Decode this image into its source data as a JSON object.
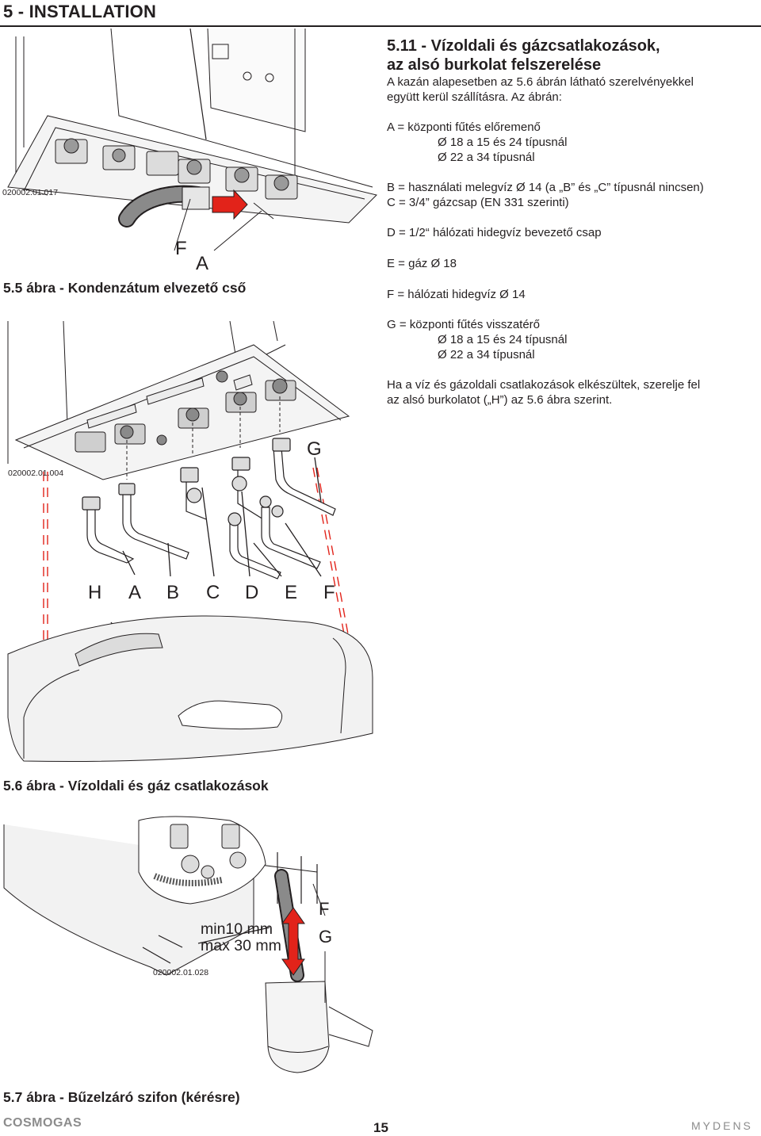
{
  "header": {
    "section": "5 - INSTALLATION"
  },
  "section": {
    "title_line1": "5.11 - Vízoldali és gázcsatlakozások,",
    "title_line2": "az alsó burkolat felszerelése",
    "intro_line1": "A kazán alapesetben az 5.6 ábrán látható szerelvényekkel",
    "intro_line2": "együtt kerül szállításra. Az ábrán:",
    "item_a": "A = központi fűtés előremenő",
    "item_a_sub1": "Ø 18 a 15 és 24 típusnál",
    "item_a_sub2": "Ø 22 a 34 típusnál",
    "item_b": "B = használati melegvíz Ø 14 (a „B” és „C” típusnál nincsen)",
    "item_c": "C = 3/4” gázcsap (EN 331 szerinti)",
    "item_d": "D = 1/2“ hálózati hidegvíz bevezető csap",
    "item_e": "E = gáz Ø 18",
    "item_f": "F = hálózati hidegvíz Ø 14",
    "item_g": "G = központi fűtés visszatérő",
    "item_g_sub1": "Ø 18 a 15 és 24 típusnál",
    "item_g_sub2": "Ø 22 a 34 típusnál",
    "closing_line1": "Ha a víz és gázoldali csatlakozások elkészültek, szerelje fel",
    "closing_line2": "az alsó burkolatot („H”) az 5.6 ábra szerint."
  },
  "figure_5_5": {
    "code": "020002.01.017",
    "label_f": "F",
    "label_a": "A",
    "caption": "5.5 ábra - Kondenzátum elvezető cső"
  },
  "figure_5_6": {
    "code": "020002.01.004",
    "label_g": "G",
    "labels": [
      "H",
      "A",
      "B",
      "C",
      "D",
      "E",
      "F"
    ],
    "caption": "5.6 ábra - Vízoldali és gáz csatlakozások"
  },
  "figure_5_7": {
    "code": "020002.01.028",
    "dim_line1": "min10 mm",
    "dim_line2": "max 30 mm",
    "label_f": "F",
    "label_g": "G",
    "caption": "5.7 ábra - Bűzelzáró szifon (kérésre)"
  },
  "footer": {
    "brand_left": "COSMOGAS",
    "page_number": "15",
    "brand_right": "MYDENS"
  },
  "colors": {
    "arrow": "#e2231a",
    "text": "#231f20",
    "footer_gray": "#8c8c8c"
  }
}
